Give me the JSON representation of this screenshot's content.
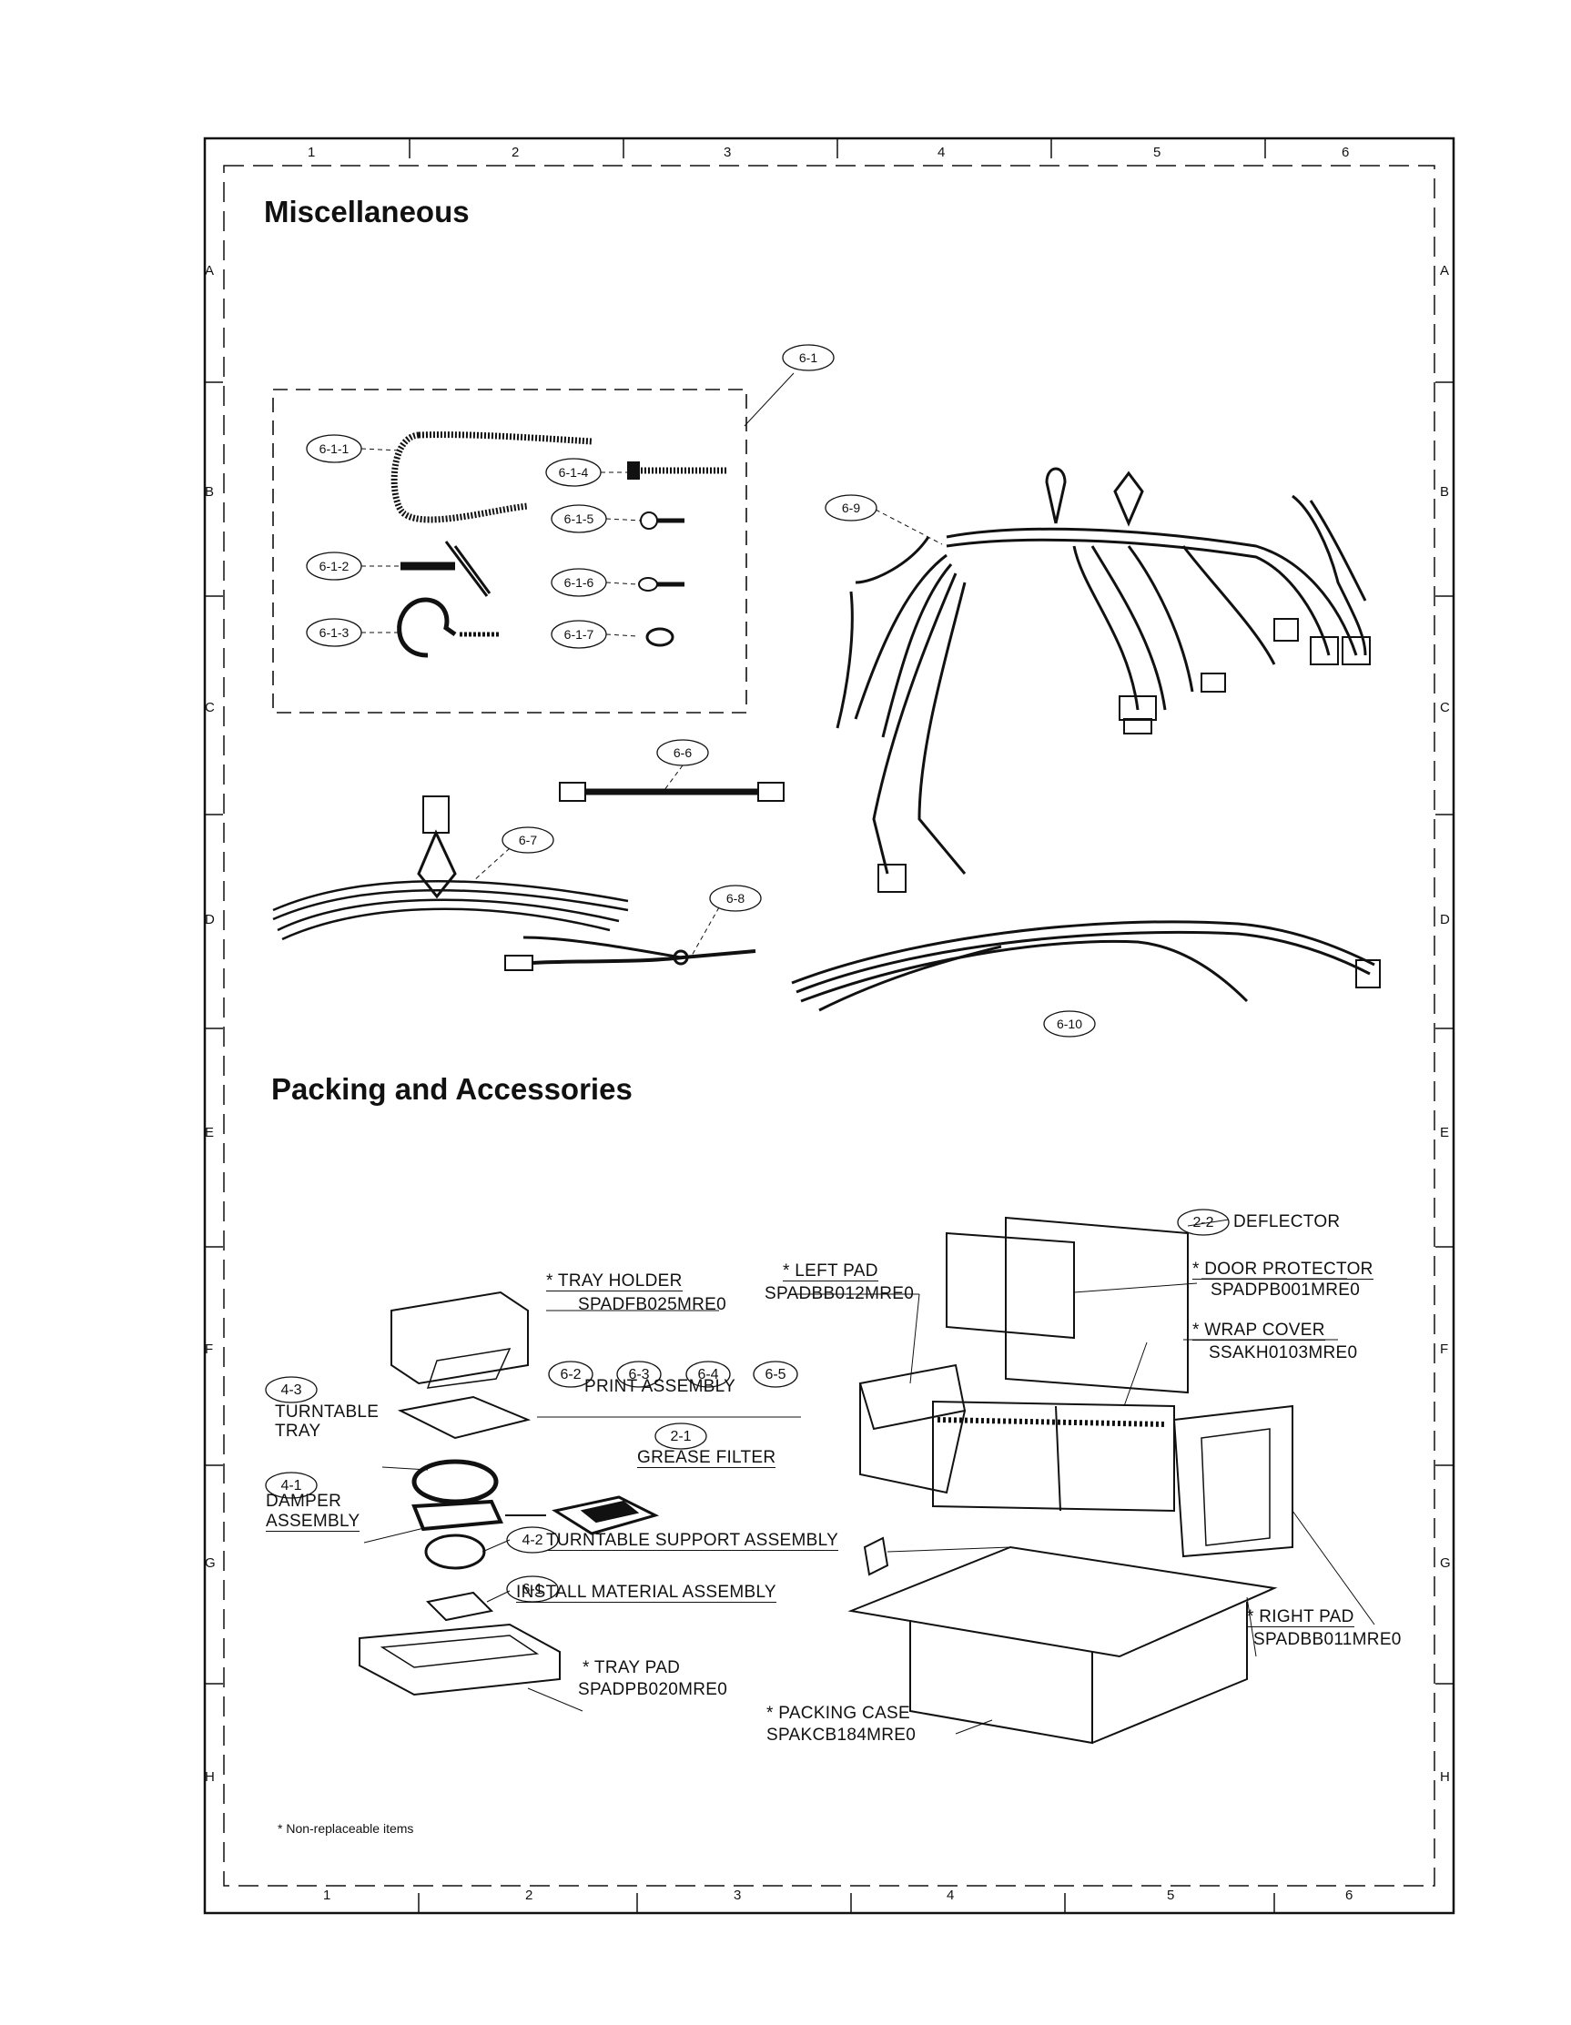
{
  "grid": {
    "cols": [
      "1",
      "2",
      "3",
      "4",
      "5",
      "6"
    ],
    "rows": [
      "A",
      "B",
      "C",
      "D",
      "E",
      "F",
      "G",
      "H"
    ]
  },
  "sections": {
    "misc_title": "Miscellaneous",
    "packing_title": "Packing and Accessories"
  },
  "callouts": {
    "c6_1": "6-1",
    "c6_1_1": "6-1-1",
    "c6_1_2": "6-1-2",
    "c6_1_3": "6-1-3",
    "c6_1_4": "6-1-4",
    "c6_1_5": "6-1-5",
    "c6_1_6": "6-1-6",
    "c6_1_7": "6-1-7",
    "c6_6": "6-6",
    "c6_7": "6-7",
    "c6_8": "6-8",
    "c6_9": "6-9",
    "c6_10": "6-10",
    "c2_2": "2-2",
    "c4_3": "4-3",
    "c4_1": "4-1",
    "c4_2": "4-2",
    "c2_1": "2-1",
    "c6_1b": "6-1",
    "c6_2": "6-2",
    "c6_3": "6-3",
    "c6_4": "6-4",
    "c6_5": "6-5"
  },
  "labels": {
    "tray_holder": "*   TRAY HOLDER",
    "tray_holder_pn": "SPADFB025MRE0",
    "left_pad": "*  LEFT PAD",
    "left_pad_pn": "SPADBB012MRE0",
    "deflector": "DEFLECTOR",
    "door_protector": "*  DOOR PROTECTOR",
    "door_protector_pn": "SPADPB001MRE0",
    "wrap_cover": "*  WRAP COVER",
    "wrap_cover_pn": "SSAKH0103MRE0",
    "print_assembly": "PRINT ASSEMBLY",
    "turntable_tray_1": "TURNTABLE",
    "turntable_tray_2": "TRAY",
    "grease_filter": "GREASE FILTER",
    "damper_1": "DAMPER",
    "damper_2": "ASSEMBLY",
    "turntable_support": "TURNTABLE SUPPORT ASSEMBLY",
    "install_material": "INSTALL MATERIAL ASSEMBLY",
    "tray_pad": "*  TRAY PAD",
    "tray_pad_pn": "SPADPB020MRE0",
    "right_pad": "*  RIGHT PAD",
    "right_pad_pn": "SPADBB011MRE0",
    "packing_case": "*  PACKING CASE",
    "packing_case_pn": "SPAKCB184MRE0"
  },
  "footnote": "* Non-replaceable items"
}
